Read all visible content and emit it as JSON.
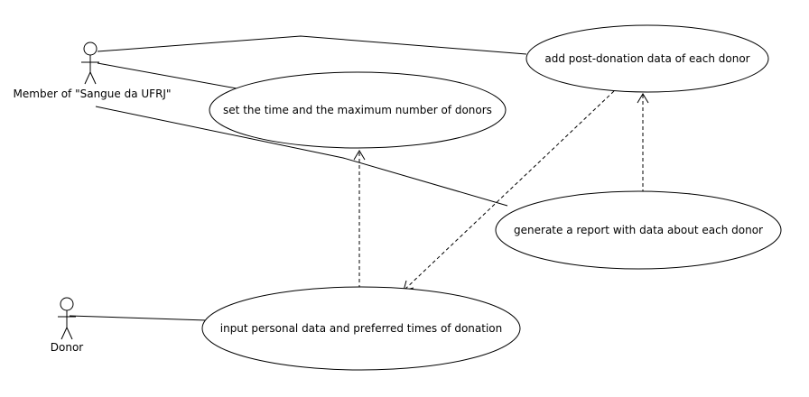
{
  "diagram": {
    "actors": [
      {
        "id": "member",
        "label": "Member of \"Sangue da UFRJ\""
      },
      {
        "id": "donor",
        "label": "Donor"
      }
    ],
    "use_cases": [
      {
        "id": "add_post",
        "label": "add post-donation data of each donor"
      },
      {
        "id": "set_time",
        "label": "set the time and the maximum number of donors"
      },
      {
        "id": "report",
        "label": "generate a report with data about each donor"
      },
      {
        "id": "input",
        "label": "input personal data and preferred times of donation"
      }
    ],
    "associations": [
      {
        "from": "member",
        "to": "add_post"
      },
      {
        "from": "member",
        "to": "set_time"
      },
      {
        "from": "member",
        "to": "report"
      },
      {
        "from": "donor",
        "to": "input"
      }
    ],
    "dependencies": [
      {
        "from": "input",
        "to": "set_time"
      },
      {
        "from": "report",
        "to": "add_post"
      },
      {
        "from": "add_post",
        "to": "input"
      }
    ]
  }
}
